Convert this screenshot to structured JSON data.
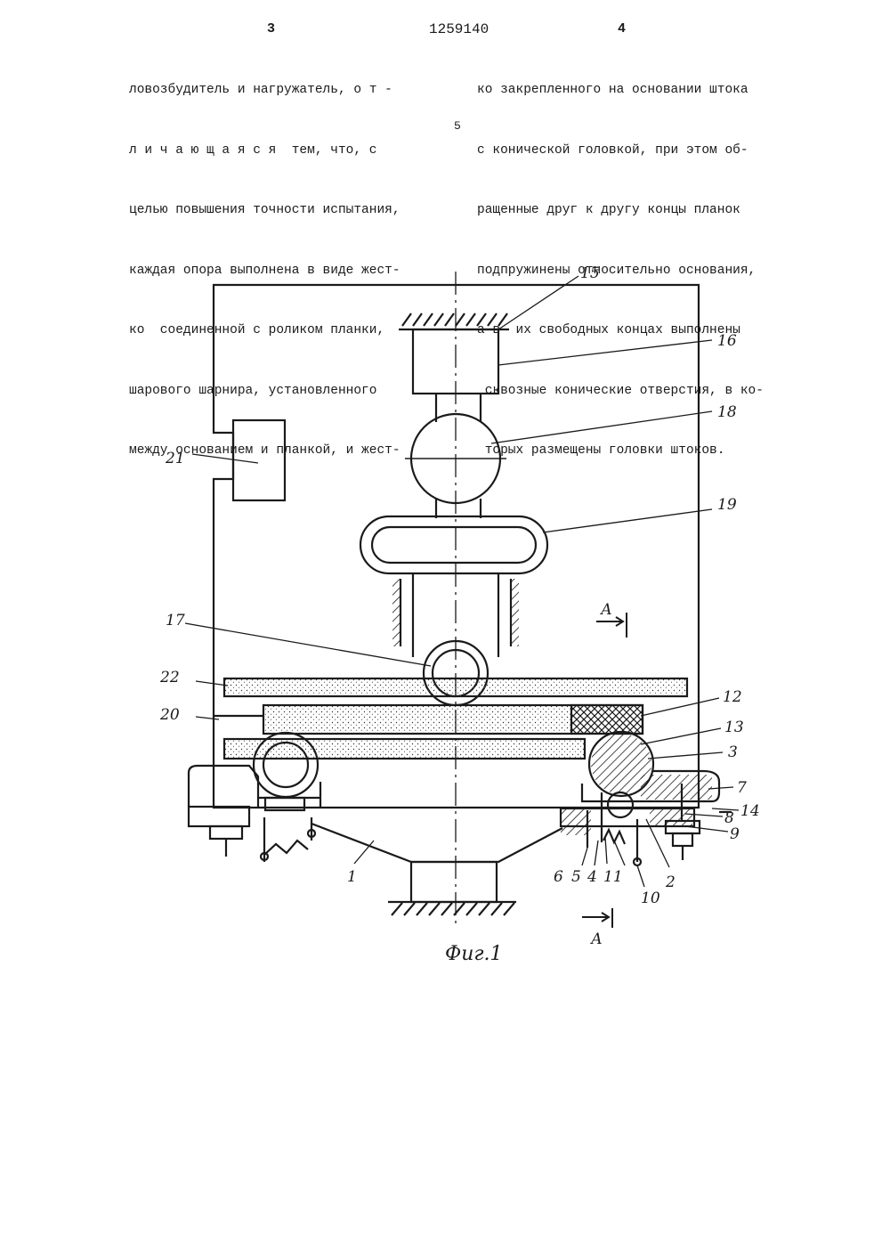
{
  "header": {
    "page_left": "3",
    "patent_number": "1259140",
    "page_right": "4"
  },
  "left_column": [
    "ловозбудитель и нагружатель, о т -",
    "л и ч а ю щ а я с я  тем, что, с",
    "целью повышения точности испытания,",
    "каждая опора выполнена в виде жест-",
    "ко  соединенной с роликом планки,",
    "шарового шарнира, установленного",
    "между основанием и планкой, и жест-"
  ],
  "right_column": [
    "ко закрепленного на основании штока",
    "с конической головкой, при этом об-",
    "ращенные друг к другу концы планок",
    "подпружинены относительно основания,",
    "а в  их свободных концах выполнены",
    " сквозные конические отверстия, в ко-",
    " торых размещены головки штоков."
  ],
  "line_number": "5",
  "figure": {
    "caption": "Фиг.1",
    "section_mark": "А",
    "labels": [
      "15",
      "16",
      "18",
      "21",
      "19",
      "17",
      "22",
      "20",
      "12",
      "13",
      "3",
      "7",
      "14",
      "8",
      "9",
      "1",
      "6",
      "5",
      "4",
      "11",
      "10",
      "2"
    ]
  }
}
